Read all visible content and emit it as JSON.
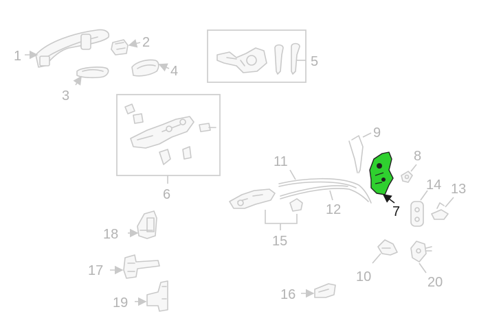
{
  "diagram": {
    "highlight_color": "#2fd02f",
    "faded_color": "#c9c9c9",
    "highlighted_part": "7",
    "callouts": {
      "c1": "1",
      "c2": "2",
      "c3": "3",
      "c4": "4",
      "c5": "5",
      "c6": "6",
      "c7": "7",
      "c8": "8",
      "c9": "9",
      "c10": "10",
      "c11": "11",
      "c12": "12",
      "c13": "13",
      "c14": "14",
      "c15": "15",
      "c16": "16",
      "c17": "17",
      "c18": "18",
      "c19": "19",
      "c20": "20"
    }
  }
}
